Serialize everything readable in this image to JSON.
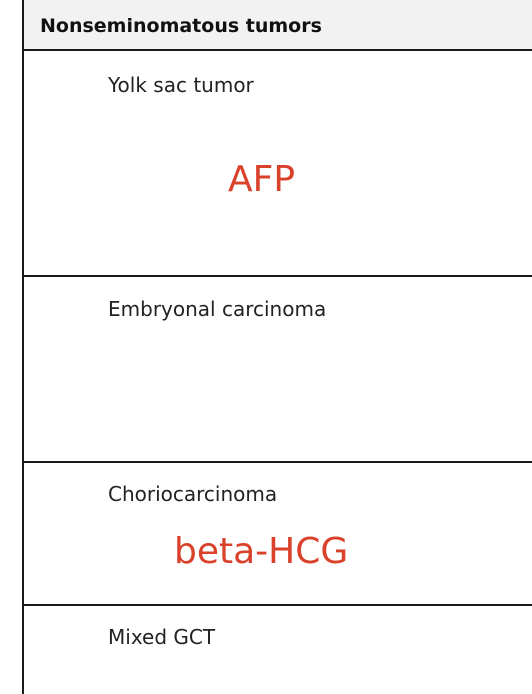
{
  "header": {
    "title": "Nonseminomatous tumors"
  },
  "rows": [
    {
      "label": "Yolk sac tumor",
      "marker": "AFP"
    },
    {
      "label": "Embryonal carcinoma",
      "marker": ""
    },
    {
      "label": "Choriocarcinoma",
      "marker": "beta-HCG"
    },
    {
      "label": "Mixed GCT",
      "marker": ""
    }
  ],
  "colors": {
    "marker_text": "#d9412a",
    "header_bg": "#f2f2f2",
    "border": "#1a1a1a"
  }
}
